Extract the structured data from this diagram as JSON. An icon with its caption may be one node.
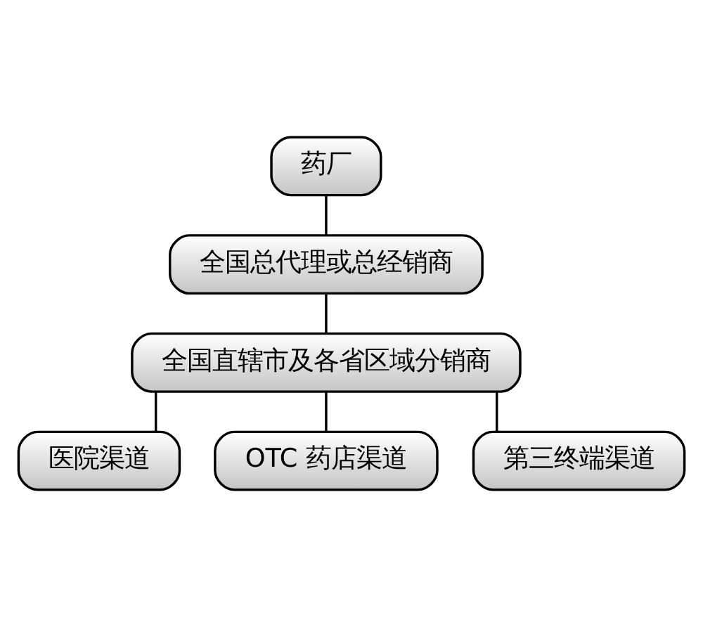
{
  "diagram": {
    "nodes": [
      {
        "text": [
          "药厂"
        ]
      },
      {
        "text": [
          "全国总代理或总经销商"
        ]
      },
      {
        "text": [
          "全国直辖市及各省区域分销商"
        ]
      },
      {
        "text": [
          "医院渠道"
        ]
      },
      {
        "text": [
          "OTC 药店渠道"
        ]
      },
      {
        "text": [
          "第三终端渠道"
        ]
      }
    ],
    "edges": [
      {
        "from": 0,
        "to": 1,
        "arrow": "none"
      },
      {
        "from": 1,
        "to": 2,
        "arrow": "none"
      },
      {
        "from": 2,
        "to": 3,
        "arrow": "none"
      },
      {
        "from": 2,
        "to": 4,
        "arrow": "none"
      },
      {
        "from": 2,
        "to": 5,
        "arrow": "none"
      }
    ]
  }
}
